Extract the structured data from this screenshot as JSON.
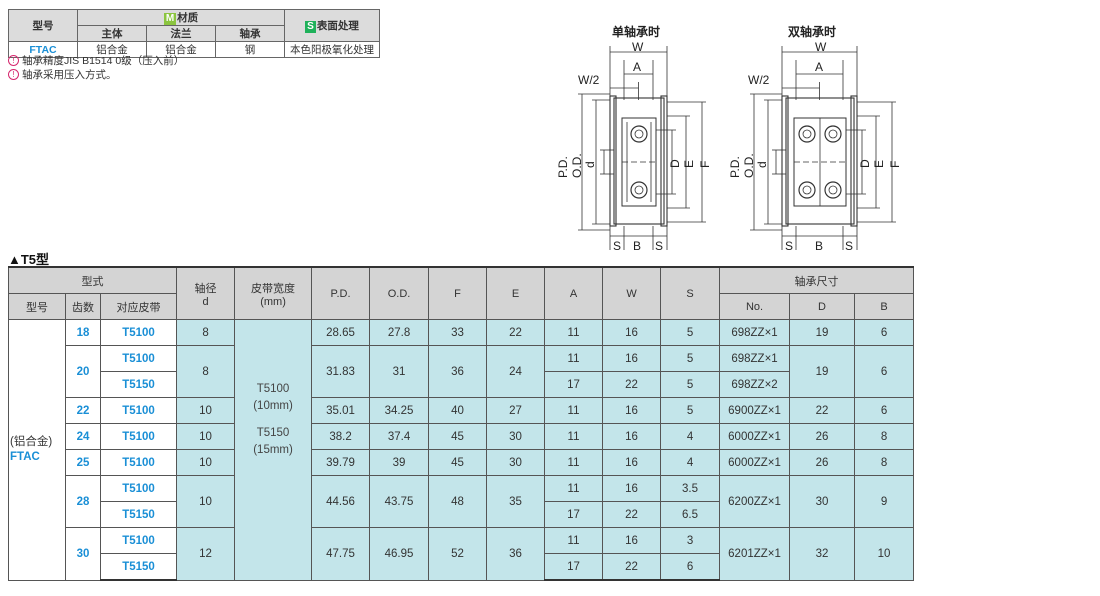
{
  "spec_table": {
    "headers": {
      "model": "型号",
      "material": "材质",
      "material_tag": "M",
      "body": "主体",
      "flange": "法兰",
      "bearing": "轴承",
      "surface": "表面处理",
      "surface_tag": "S"
    },
    "row": {
      "model": "FTAC",
      "body": "铝合金",
      "flange": "铝合金",
      "bearing": "钢",
      "surface": "本色阳极氧化处理"
    }
  },
  "notes": [
    {
      "icon": "!",
      "text": "轴承精度JIS B1514 0级（压入前）"
    },
    {
      "icon": "!",
      "text": "轴承采用压入方式。"
    }
  ],
  "diagrams": {
    "single": {
      "title": "单轴承时",
      "labels": {
        "W": "W",
        "A": "A",
        "W2": "W/2",
        "PD": "P.D.",
        "OD": "O.D.",
        "d": "d",
        "D": "D",
        "E": "E",
        "F": "F",
        "S": "S",
        "B": "B"
      }
    },
    "double": {
      "title": "双轴承时",
      "labels": {
        "W": "W",
        "A": "A",
        "W2": "W/2",
        "PD": "P.D.",
        "OD": "O.D.",
        "d": "d",
        "D": "D",
        "E": "E",
        "F": "F",
        "S": "S",
        "B": "B"
      }
    }
  },
  "main_table": {
    "title": "▲T5型",
    "headers": {
      "type": "型式",
      "model": "型号",
      "teeth": "齿数",
      "belt": "对应皮带",
      "shaft": "轴径",
      "shaft_sub": "d",
      "belt_width": "皮带宽度",
      "belt_width_sub": "(mm)",
      "pd": "P.D.",
      "od": "O.D.",
      "f": "F",
      "e": "E",
      "a": "A",
      "w": "W",
      "s": "S",
      "bearing": "轴承尺寸",
      "no": "No.",
      "D": "D",
      "B": "B"
    },
    "material": {
      "name": "(铝合金)",
      "code": "FTAC"
    },
    "belt_width": {
      "line1": "T5100",
      "line2": "(10mm)",
      "line3": "T5150",
      "line4": "(15mm)"
    },
    "groups": [
      {
        "teeth": "18",
        "d": "8",
        "pd": "28.65",
        "od": "27.8",
        "f": "33",
        "e": "22",
        "bno": "698ZZ×1",
        "bD": "19",
        "bB": "6",
        "rows": [
          {
            "belt": "T5100",
            "a": "11",
            "w": "16",
            "s": "5"
          }
        ]
      },
      {
        "teeth": "20",
        "d": "8",
        "pd": "31.83",
        "od": "31",
        "f": "36",
        "e": "24",
        "bD": "19",
        "bB": "6",
        "rows": [
          {
            "belt": "T5100",
            "a": "11",
            "w": "16",
            "s": "5",
            "bno": "698ZZ×1"
          },
          {
            "belt": "T5150",
            "a": "17",
            "w": "22",
            "s": "5",
            "bno": "698ZZ×2"
          }
        ]
      },
      {
        "teeth": "22",
        "d": "10",
        "pd": "35.01",
        "od": "34.25",
        "f": "40",
        "e": "27",
        "bno": "6900ZZ×1",
        "bD": "22",
        "bB": "6",
        "rows": [
          {
            "belt": "T5100",
            "a": "11",
            "w": "16",
            "s": "5"
          }
        ]
      },
      {
        "teeth": "24",
        "d": "10",
        "pd": "38.2",
        "od": "37.4",
        "f": "45",
        "e": "30",
        "bno": "6000ZZ×1",
        "bD": "26",
        "bB": "8",
        "rows": [
          {
            "belt": "T5100",
            "a": "11",
            "w": "16",
            "s": "4"
          }
        ]
      },
      {
        "teeth": "25",
        "d": "10",
        "pd": "39.79",
        "od": "39",
        "f": "45",
        "e": "30",
        "bno": "6000ZZ×1",
        "bD": "26",
        "bB": "8",
        "rows": [
          {
            "belt": "T5100",
            "a": "11",
            "w": "16",
            "s": "4"
          }
        ]
      },
      {
        "teeth": "28",
        "d": "10",
        "pd": "44.56",
        "od": "43.75",
        "f": "48",
        "e": "35",
        "bno": "6200ZZ×1",
        "bD": "30",
        "bB": "9",
        "rows": [
          {
            "belt": "T5100",
            "a": "11",
            "w": "16",
            "s": "3.5"
          },
          {
            "belt": "T5150",
            "a": "17",
            "w": "22",
            "s": "6.5"
          }
        ]
      },
      {
        "teeth": "30",
        "d": "12",
        "pd": "47.75",
        "od": "46.95",
        "f": "52",
        "e": "36",
        "bno": "6201ZZ×1",
        "bD": "32",
        "bB": "10",
        "rows": [
          {
            "belt": "T5100",
            "a": "11",
            "w": "16",
            "s": "3"
          },
          {
            "belt": "T5150",
            "a": "17",
            "w": "22",
            "s": "6"
          }
        ]
      }
    ]
  },
  "colors": {
    "accent_blue": "#1a8fd6",
    "cell_cyan": "#c3e5ea",
    "header_gray": "#d4d4d4",
    "note_icon": "#d6286e"
  }
}
